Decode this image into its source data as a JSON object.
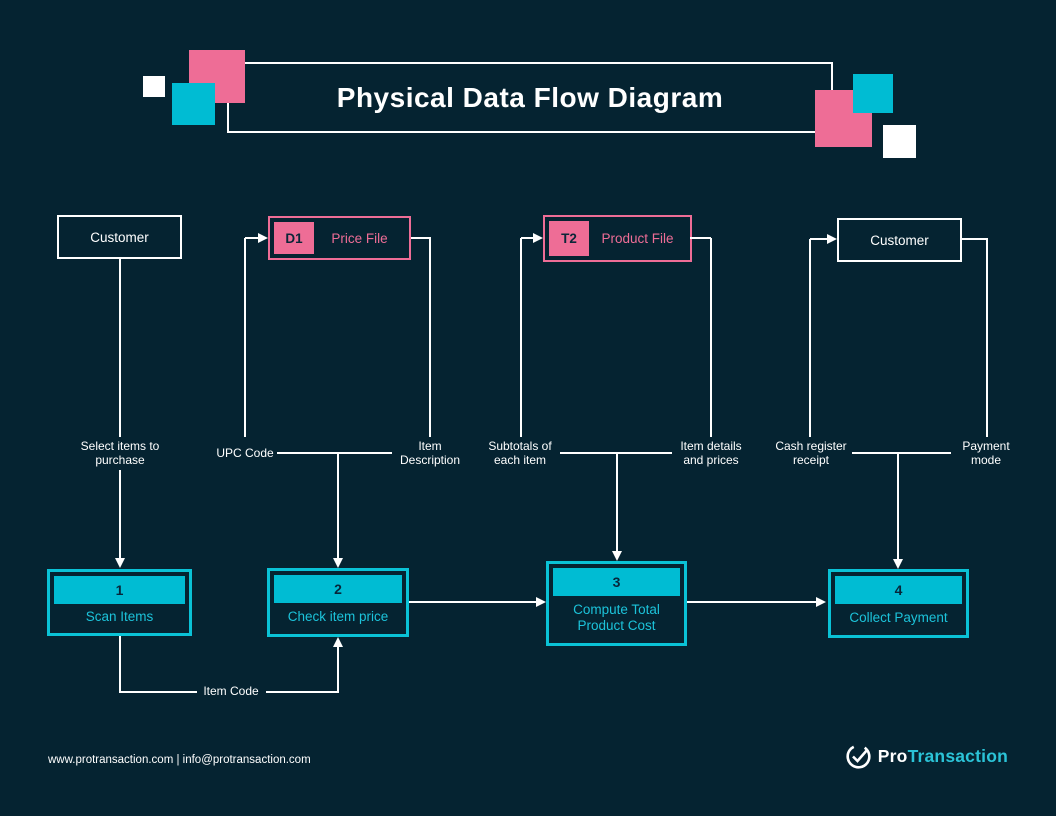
{
  "title": {
    "text": "Physical Data Flow Diagram"
  },
  "entities": {
    "customer_left": {
      "label": "Customer"
    },
    "customer_right": {
      "label": "Customer"
    }
  },
  "data_stores": [
    {
      "id": "D1",
      "name": "Price File"
    },
    {
      "id": "T2",
      "name": "Product File"
    }
  ],
  "processes": [
    {
      "number": "1",
      "name": "Scan Items"
    },
    {
      "number": "2",
      "name": "Check item price"
    },
    {
      "number": "3",
      "name": "Compute Total\nProduct Cost"
    },
    {
      "number": "4",
      "name": "Collect Payment"
    }
  ],
  "flow_labels": {
    "select_items": "Select items to\npurchase",
    "upc_code": "UPC Code",
    "item_description": "Item\nDescription",
    "subtotals": "Subtotals of\neach item",
    "item_details": "Item details\nand prices",
    "cash_register": "Cash register\nreceipt",
    "payment_mode": "Payment\nmode",
    "item_code": "Item Code"
  },
  "footer": {
    "contact": "www.protransaction.com | info@protransaction.com",
    "brand": {
      "pro": "Pro",
      "transaction": "Transaction"
    }
  },
  "colors": {
    "background": "#052331",
    "pink": "#EE6D96",
    "cyan": "#0AC2D6",
    "line": "#FFFFFF"
  }
}
